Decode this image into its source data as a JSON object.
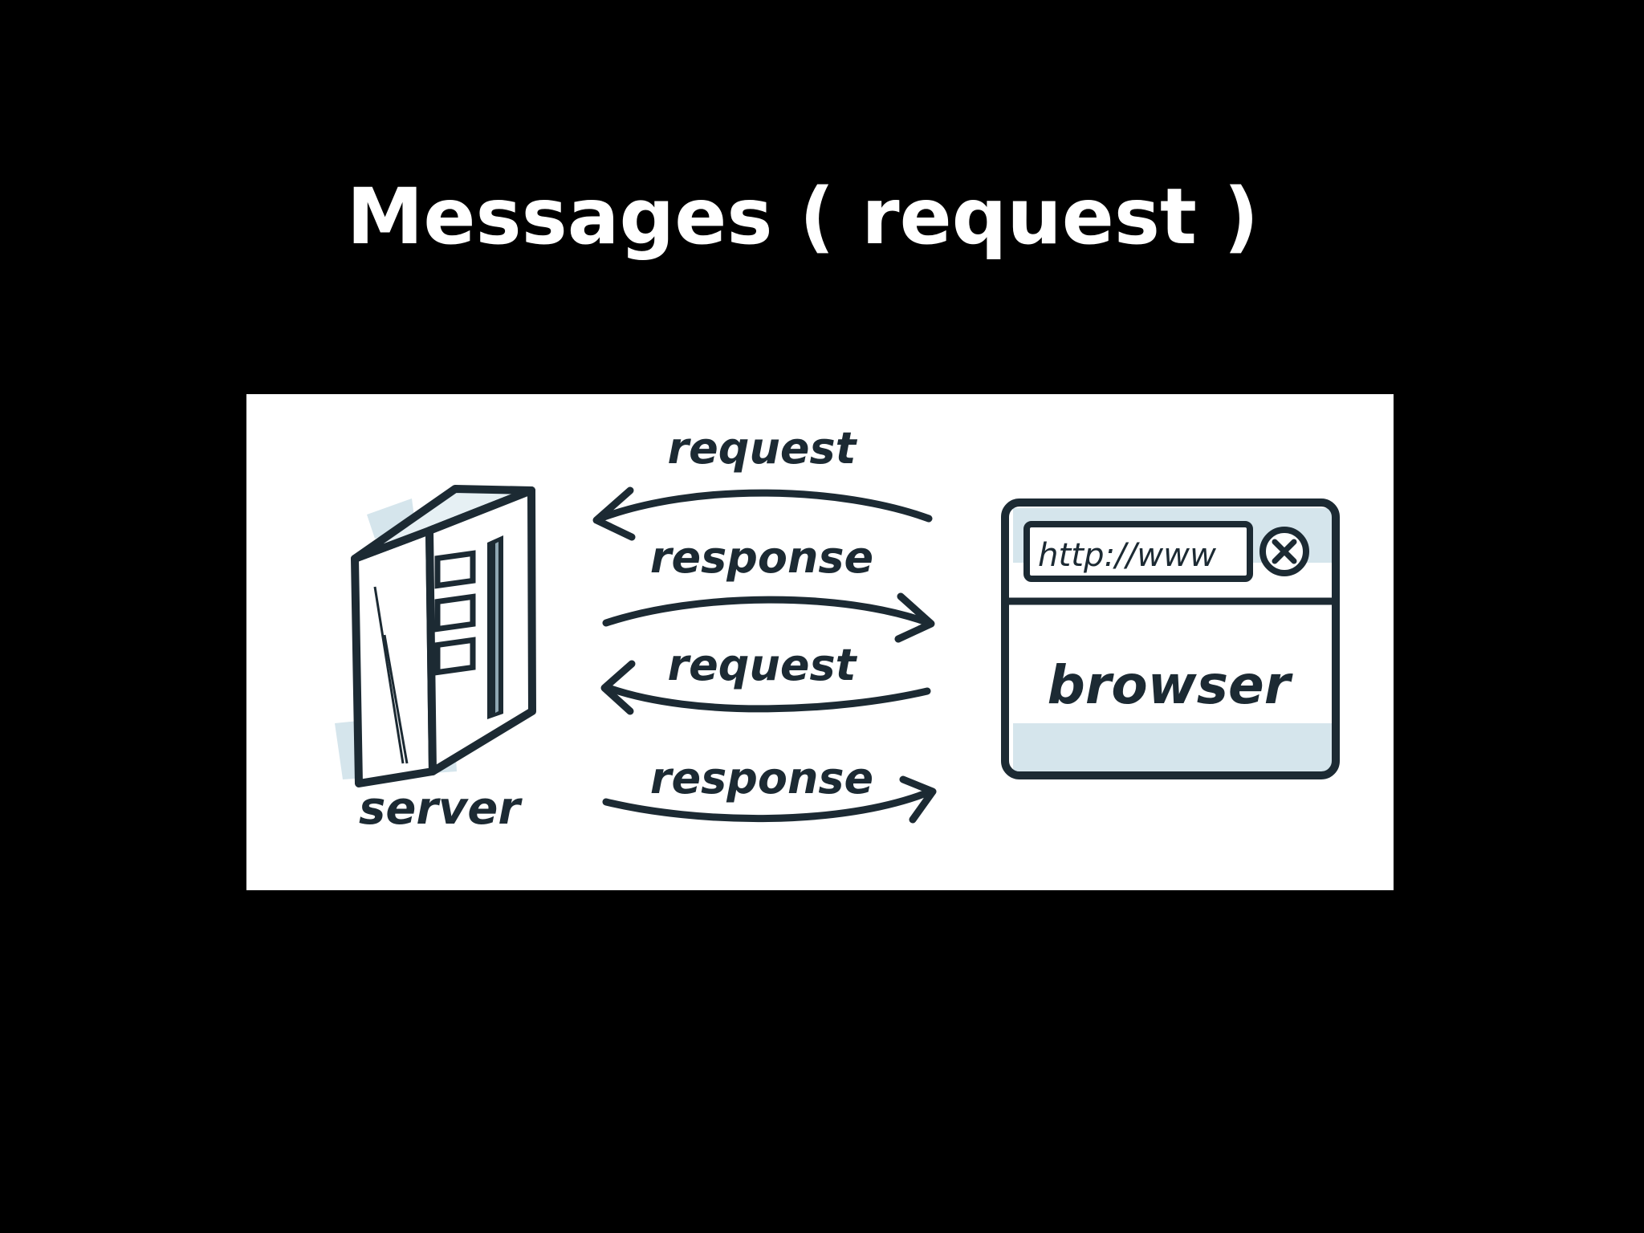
{
  "slide": {
    "title": "Messages ( request )"
  },
  "diagram": {
    "server_label": "server",
    "browser_label": "browser",
    "address_bar_text": "http://www",
    "messages": [
      {
        "label": "request",
        "direction": "to-server"
      },
      {
        "label": "response",
        "direction": "to-browser"
      },
      {
        "label": "request",
        "direction": "to-server"
      },
      {
        "label": "response",
        "direction": "to-browser"
      }
    ],
    "colors": {
      "ink": "#1c2a33",
      "shade": "#d5e5ec",
      "background": "#000000",
      "card": "#ffffff"
    }
  }
}
